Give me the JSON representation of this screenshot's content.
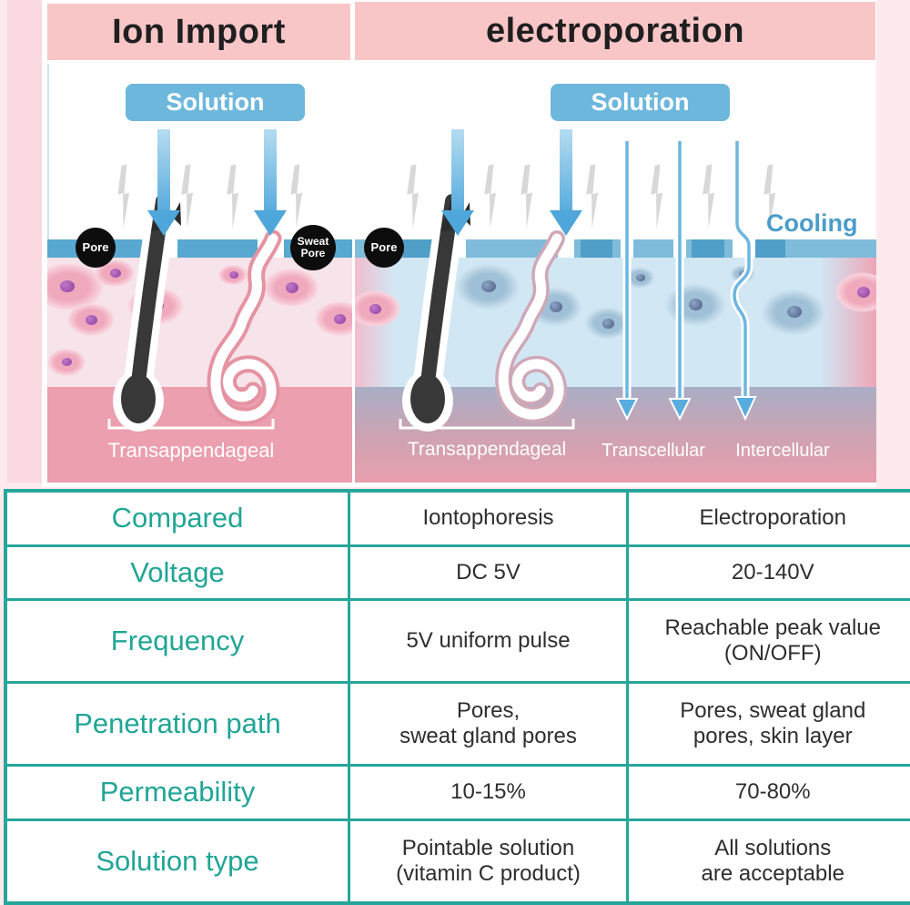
{
  "headers": {
    "left": "Ion Import",
    "right": "electroporation"
  },
  "diagram_left": {
    "solution_label": "Solution",
    "pore_label": "Pore",
    "sweat_pore_label": "Sweat\nPore",
    "transappendageal_label": "Transappendageal"
  },
  "diagram_right": {
    "solution_label": "Solution",
    "pore_label": "Pore",
    "cooling_label": "Cooling",
    "transappendageal_label": "Transappendageal",
    "transcellular_label": "Transcellular",
    "intercellular_label": "Intercellular"
  },
  "table": {
    "rows": [
      {
        "label": "Compared",
        "col1": "Iontophoresis",
        "col2": "Electroporation"
      },
      {
        "label": "Voltage",
        "col1": "DC 5V",
        "col2": "20-140V"
      },
      {
        "label": "Frequency",
        "col1": "5V uniform pulse",
        "col2": "Reachable peak value\n(ON/OFF)"
      },
      {
        "label": "Penetration path",
        "col1": "Pores,\nsweat gland pores",
        "col2": "Pores, sweat gland\npores, skin layer"
      },
      {
        "label": "Permeability",
        "col1": "10-15%",
        "col2": "70-80%"
      },
      {
        "label": "Solution type",
        "col1": "Pointable solution\n(vitamin C product)",
        "col2": "All solutions\nare acceptable"
      }
    ]
  },
  "colors": {
    "accent_teal": "#26a69a",
    "header_pink": "#f9c6c8",
    "solution_blue": "#6db7dc",
    "arrow_blue": "#57abdd",
    "cooling_blue": "#4b9cc9",
    "skin_band_blue": "#58a8d1",
    "dermis_pink": "#ec9fae",
    "background_pink": "#fdeaed"
  }
}
